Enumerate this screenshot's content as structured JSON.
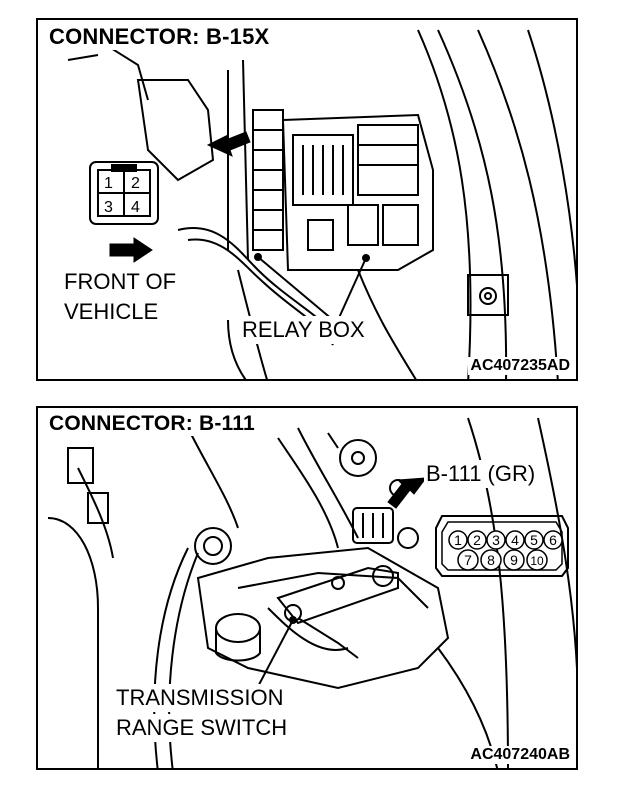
{
  "panel_top": {
    "title": "CONNECTOR: B-15X",
    "code": "AC407235AD",
    "front_label_line1": "FRONT OF",
    "front_label_line2": "VEHICLE",
    "relay_label": "RELAY BOX",
    "connector_pins": [
      "1",
      "2",
      "3",
      "4"
    ]
  },
  "panel_bottom": {
    "title": "CONNECTOR: B-111",
    "code": "AC407240AB",
    "connector_label": "B-111 (GR)",
    "switch_label_line1": "TRANSMISSION",
    "switch_label_line2": "RANGE SWITCH",
    "connector_pins_top": [
      "1",
      "2",
      "3",
      "4",
      "5",
      "6"
    ],
    "connector_pins_bottom": [
      "7",
      "8",
      "9",
      "10"
    ]
  }
}
